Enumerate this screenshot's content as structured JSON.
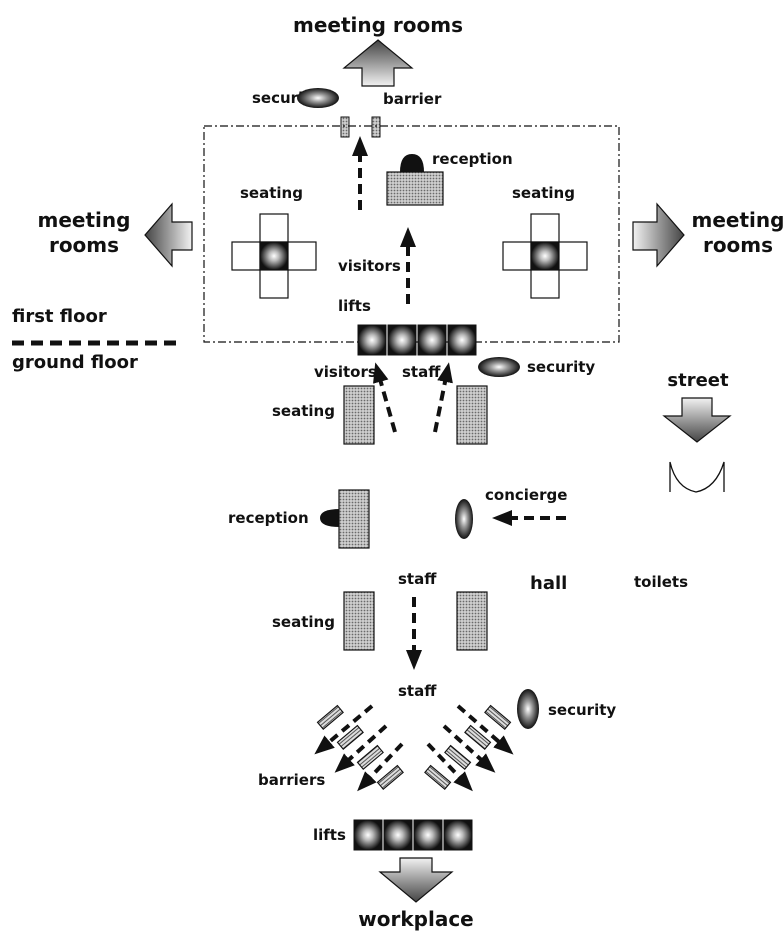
{
  "labels": {
    "meeting_rooms_top": "meeting rooms",
    "meeting_left_1": "meeting",
    "meeting_left_2": "rooms",
    "meeting_right_1": "meeting",
    "meeting_right_2": "rooms",
    "security_top": "security",
    "barrier": "barrier",
    "reception_first": "reception",
    "seating_first_left": "seating",
    "seating_first_right": "seating",
    "visitors_first": "visitors",
    "lifts_first": "lifts",
    "first_floor": "first floor",
    "ground_floor": "ground floor",
    "visitors_ground": "visitors",
    "staff_ground": "staff",
    "security_ground": "security",
    "street": "street",
    "seating_ground_1": "seating",
    "reception_ground": "reception",
    "concierge": "concierge",
    "staff_mid": "staff",
    "hall": "hall",
    "toilets": "toilets",
    "seating_ground_2": "seating",
    "staff_low": "staff",
    "security_low": "security",
    "barriers": "barriers",
    "lifts_ground": "lifts",
    "workplace": "workplace"
  },
  "colors": {
    "ink": "#111111",
    "hatch": "#9a9a9a",
    "lift": "#111111",
    "arrow_light": "#f0f0f0",
    "arrow_dark": "#555555"
  },
  "icons": [
    "arrow-up-icon",
    "arrow-left-icon",
    "arrow-right-icon",
    "arrow-down-icon",
    "lift-icon",
    "security-eye-icon",
    "door-icon"
  ]
}
